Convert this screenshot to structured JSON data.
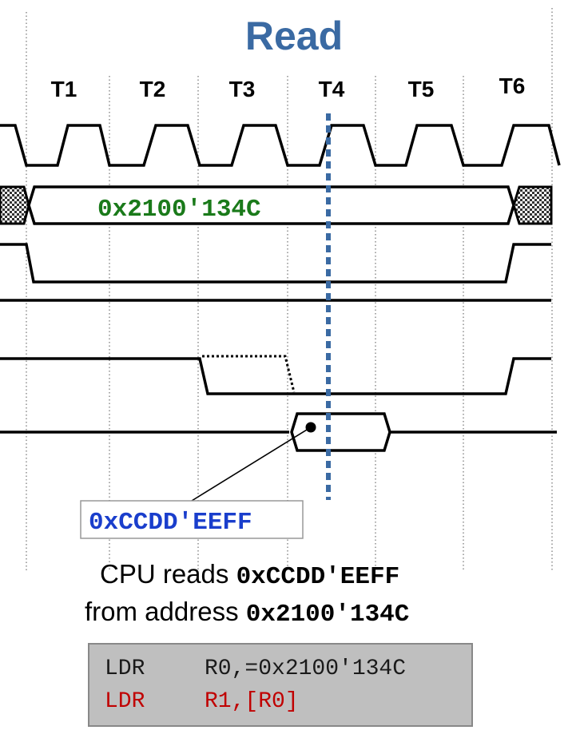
{
  "title": "Read",
  "time_labels": [
    "T1",
    "T2",
    "T3",
    "T4",
    "T5",
    "T6"
  ],
  "address_value": "0x2100'134C",
  "data_value": "0xCCDD'EEFF",
  "caption": {
    "line1_text": "CPU reads",
    "line1_value": "0xCCDD'EEFF",
    "line2_text": "from address",
    "line2_value": "0x2100'134C"
  },
  "code": {
    "lines": [
      {
        "mnemonic": "LDR",
        "operands": "R0,=0x2100'134C",
        "color": "#1a1a1a"
      },
      {
        "mnemonic": "LDR",
        "operands": "R1,[R0]",
        "color": "#c00000"
      }
    ]
  },
  "colors": {
    "title": "#3a6aa3",
    "address": "#1a7a1a",
    "data": "#1a3ecc",
    "sample_marker": "#3a6aa3",
    "code_box_bg": "#bfbfbf"
  }
}
